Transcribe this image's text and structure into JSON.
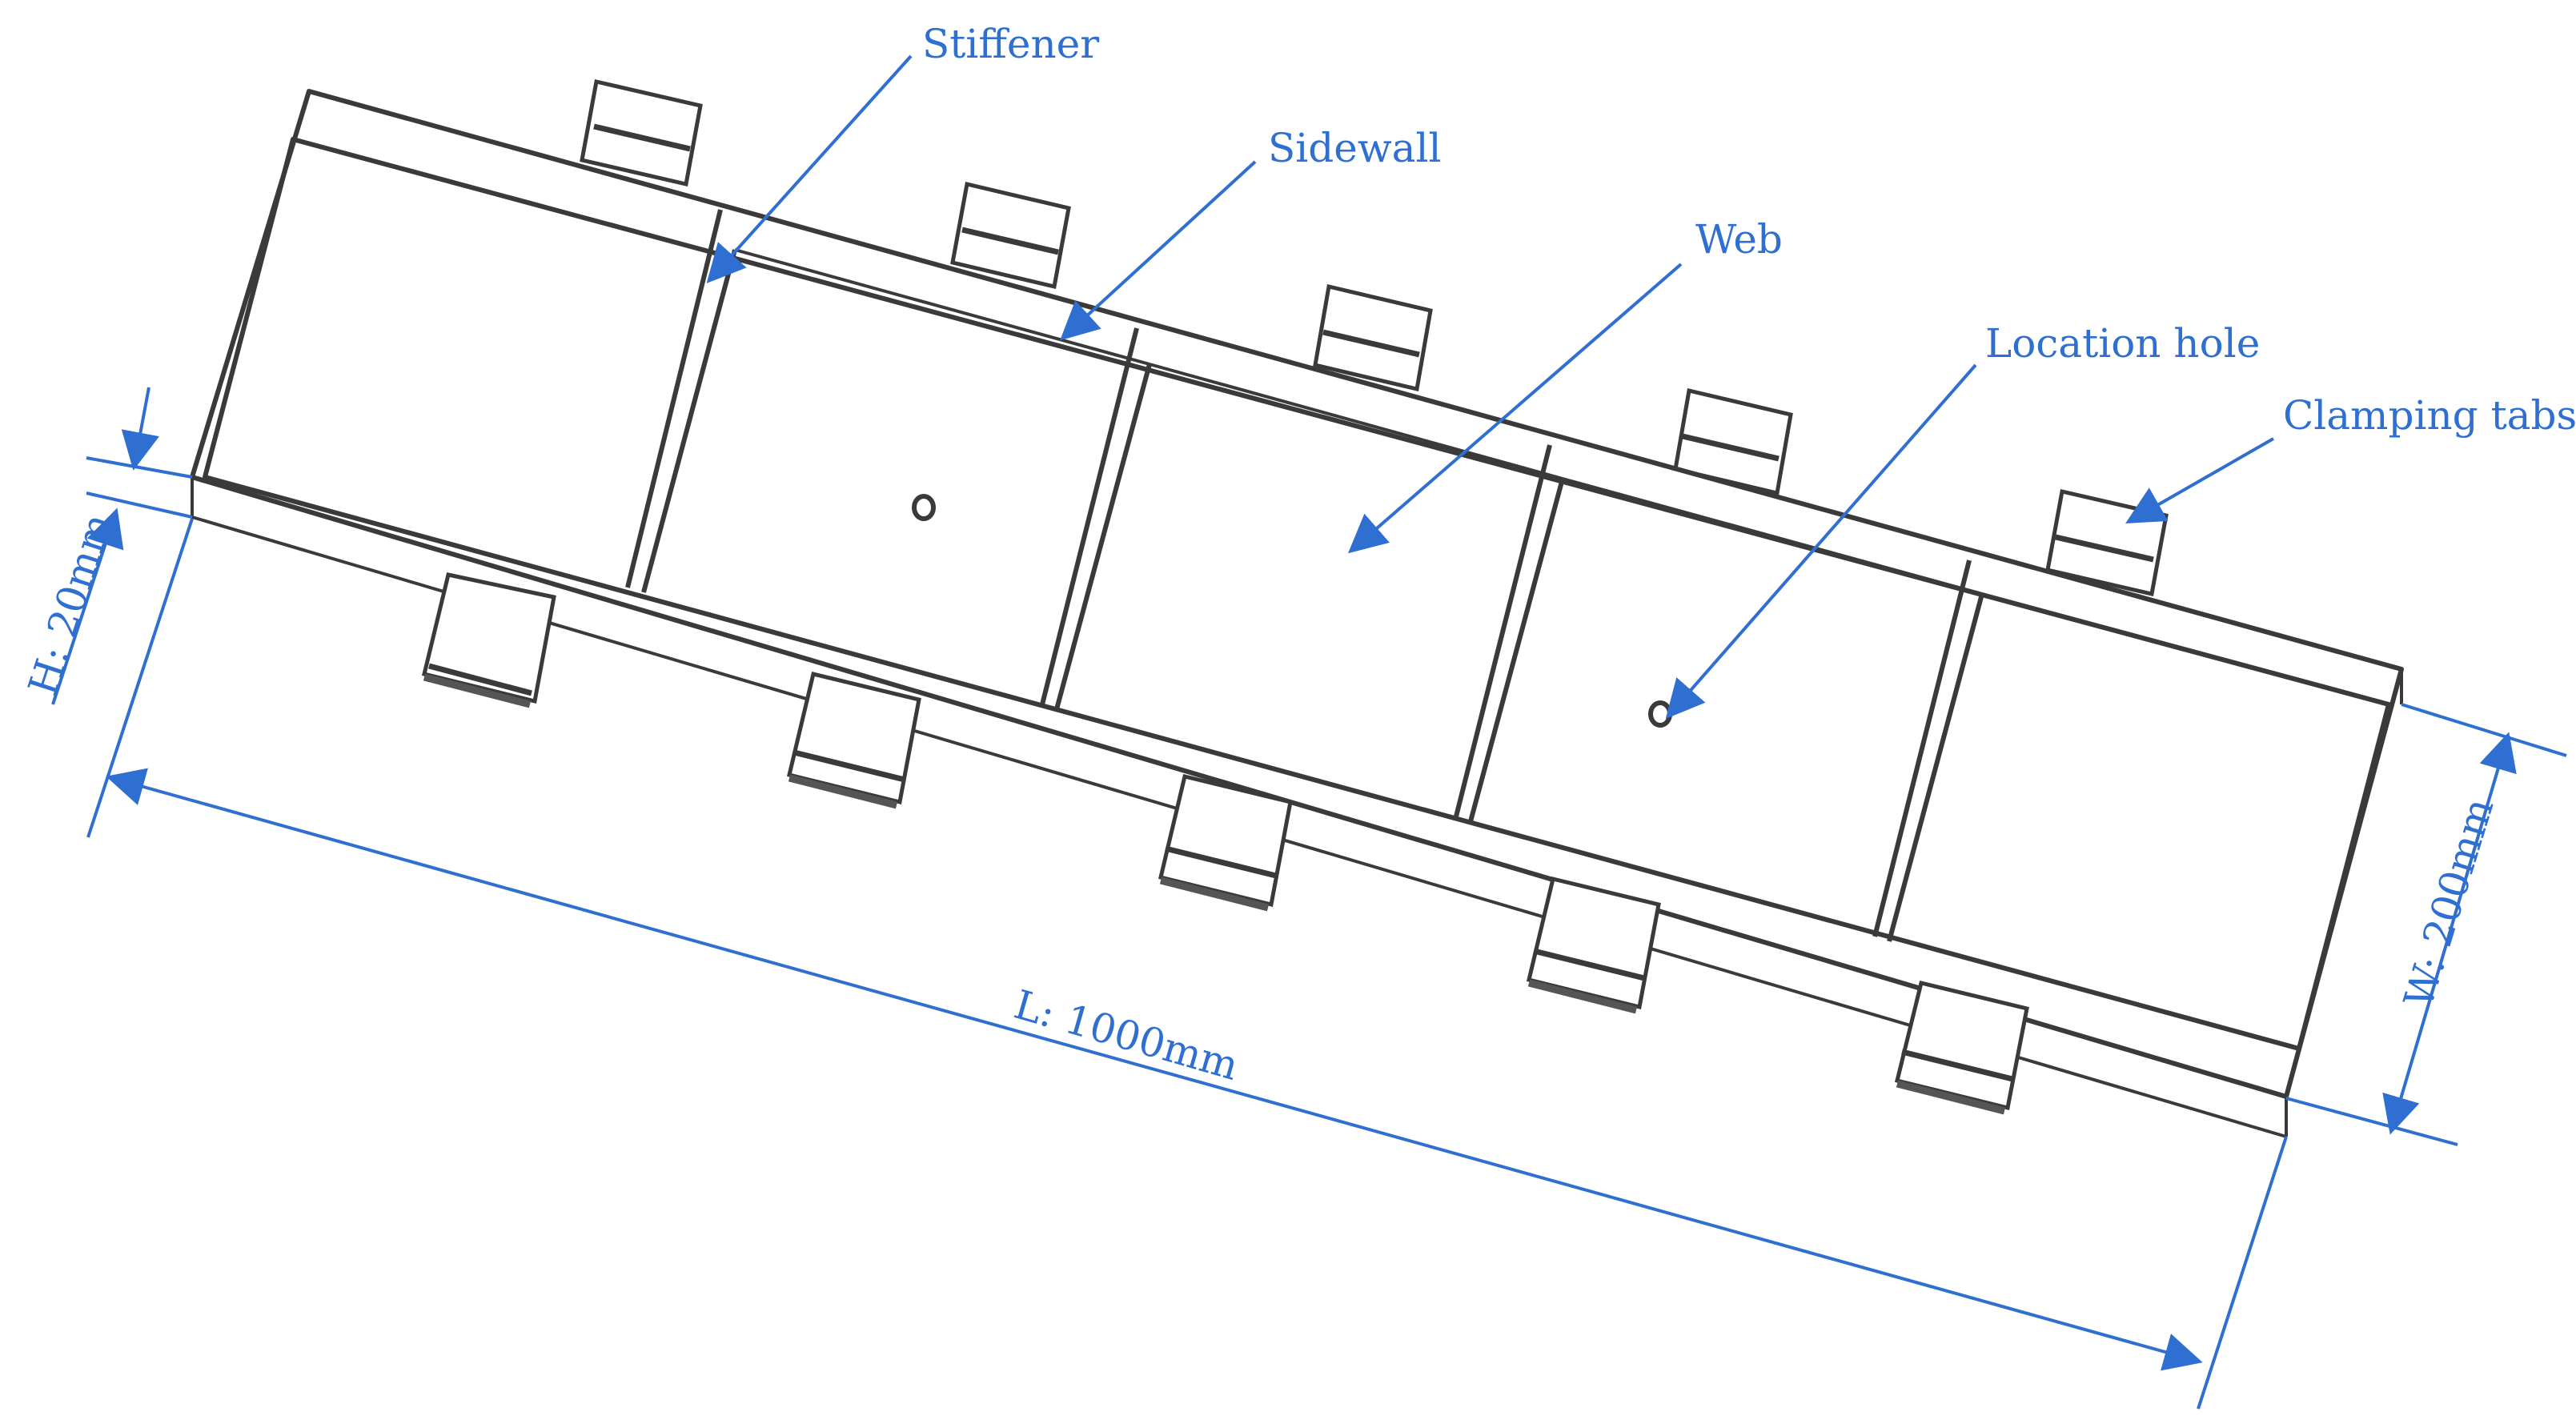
{
  "labels": {
    "stiffener": "Stiffener",
    "sidewall": "Sidewall",
    "web": "Web",
    "location_hole": "Location hole",
    "clamping_tabs": "Clamping tabs"
  },
  "dimensions": {
    "height": "H: 20mm",
    "length": "L: 1000mm",
    "width": "W: 200mm"
  },
  "colors": {
    "annotation": "#2f6fd1",
    "outline": "#3a3a3a"
  }
}
